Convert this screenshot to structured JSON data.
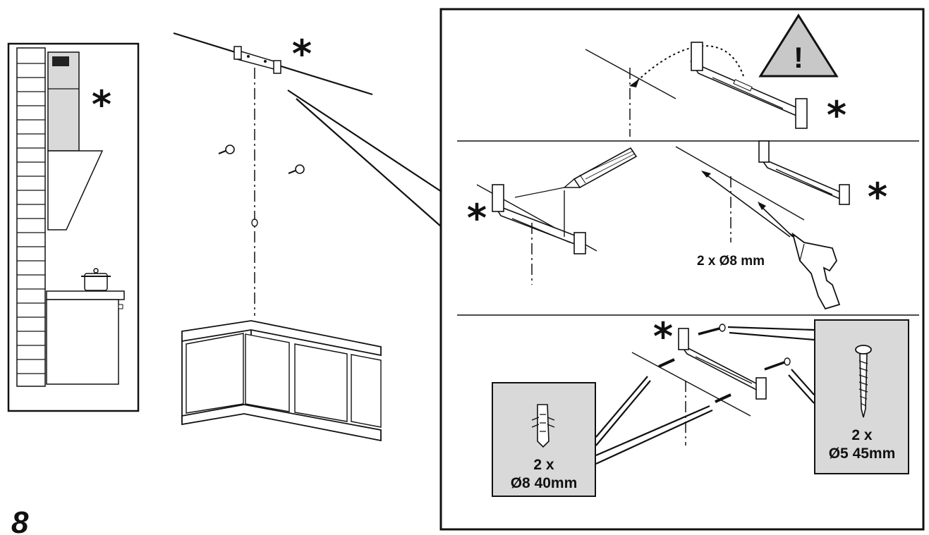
{
  "figure": {
    "step_number": "8",
    "marker": "*",
    "warning_symbol": "!",
    "labels": {
      "drill_size": "2 x Ø8 mm",
      "wall_plug_qty": "2 x",
      "wall_plug_size": "Ø8 40mm",
      "screw_qty": "2 x",
      "screw_size": "Ø5 45mm"
    },
    "colors": {
      "line": "#111111",
      "panel_fill": "#d9d9d9",
      "warning_fill": "#c8c8c8"
    }
  }
}
